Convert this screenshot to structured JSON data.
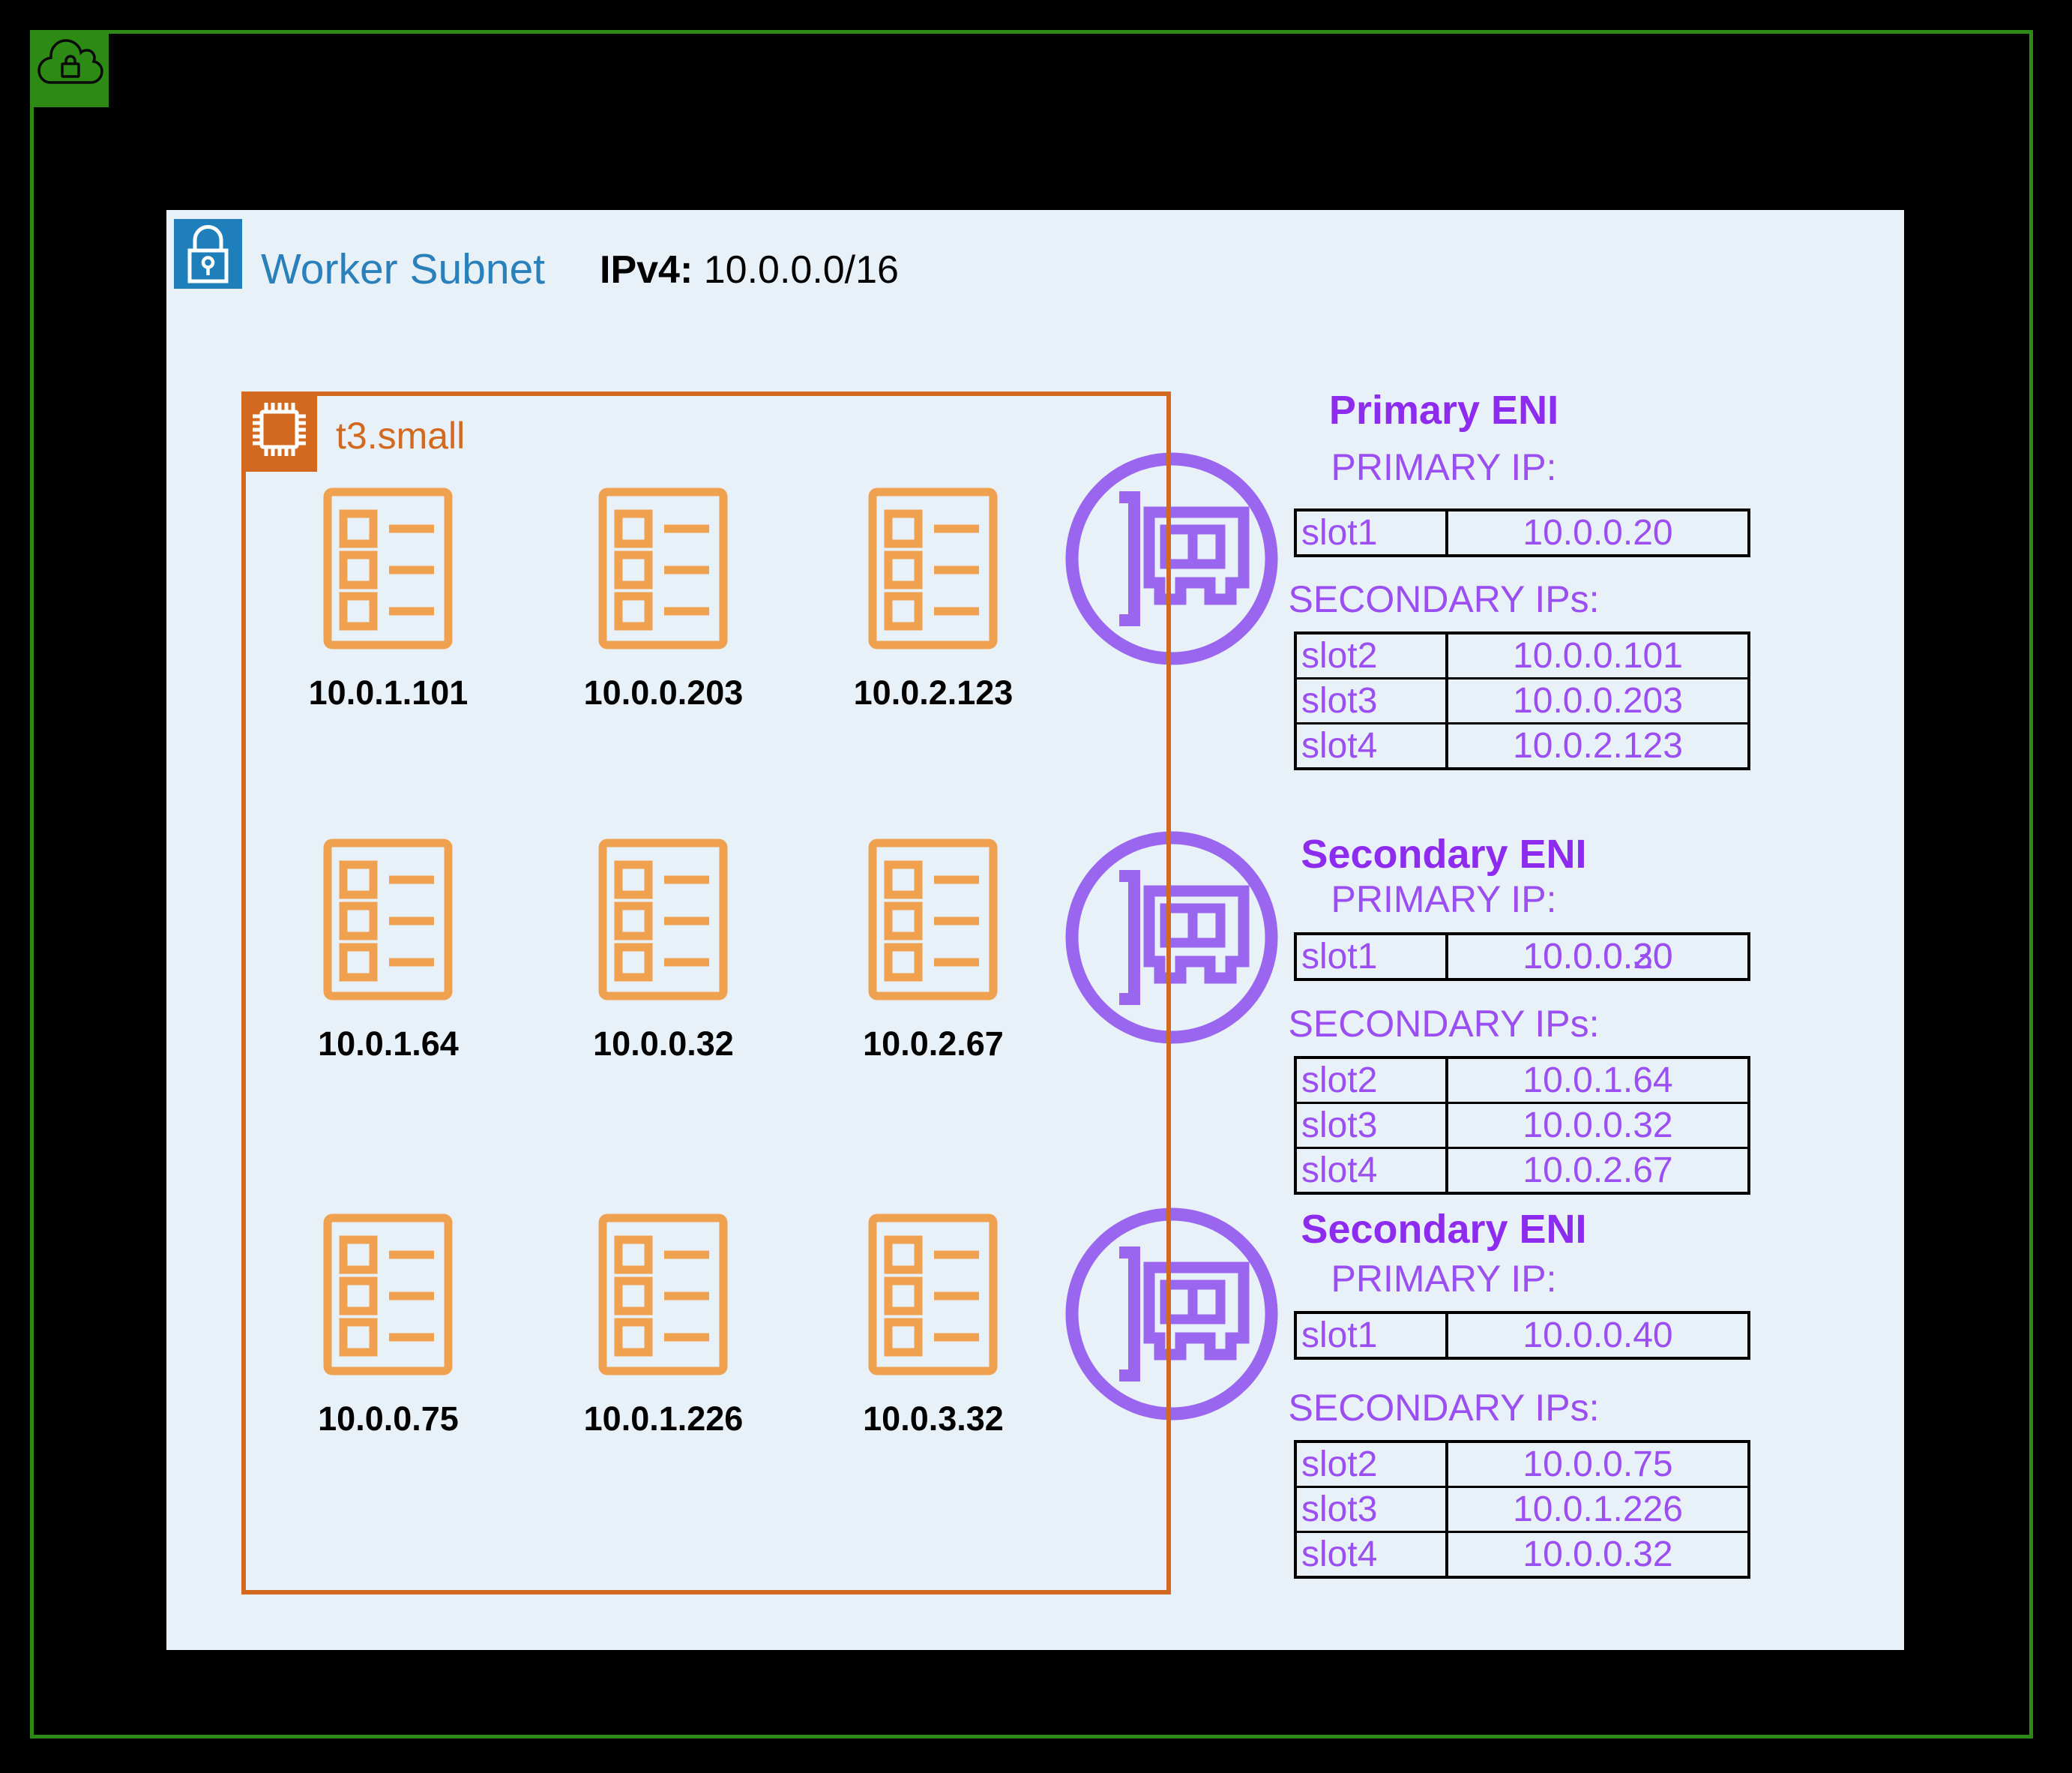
{
  "colors": {
    "background": "#000000",
    "vpc_green": "#2d8a15",
    "subnet_panel_blue": "#e8f1f8",
    "subnet_icon_blue": "#1e7fbb",
    "subnet_title_blue": "#2a80ba",
    "instance_orange": "#d2691e",
    "pod_orange": "#f0a150",
    "eni_purple_icon": "#9a66f0",
    "eni_purple_title": "#8d2bef",
    "eni_purple_text": "#9b4ff2",
    "table_border_black": "#000000"
  },
  "icons": {
    "vpc": "cloud-lock-icon",
    "subnet": "lock-icon",
    "instance": "chip-icon",
    "pod": "list-document-icon",
    "eni": "network-card-icon"
  },
  "subnet": {
    "title": "Worker Subnet",
    "cidr_label": "IPv4:",
    "cidr_value": " 10.0.0.0/16"
  },
  "instance": {
    "type_label": "t3.small",
    "pods": [
      {
        "ip": "10.0.1.101"
      },
      {
        "ip": "10.0.0.203"
      },
      {
        "ip": "10.0.2.123"
      },
      {
        "ip": "10.0.1.64"
      },
      {
        "ip": "10.0.0.32"
      },
      {
        "ip": "10.0.2.67"
      },
      {
        "ip": "10.0.0.75"
      },
      {
        "ip": "10.0.1.226"
      },
      {
        "ip": "10.0.3.32"
      }
    ]
  },
  "enis": [
    {
      "title": "Primary ENI",
      "primary_label": "PRIMARY IP:",
      "primary_slot": "slot1",
      "primary_ip": "10.0.0.20",
      "secondary_label": "SECONDARY IPs:",
      "secondary_rows": [
        {
          "slot": "slot2",
          "ip": "10.0.0.101"
        },
        {
          "slot": "slot3",
          "ip": "10.0.0.203"
        },
        {
          "slot": "slot4",
          "ip": "10.0.2.123"
        }
      ]
    },
    {
      "title": "Secondary ENI",
      "primary_label": "PRIMARY IP:",
      "primary_slot": "slot1",
      "primary_ip": "10.0.0.30",
      "ghost_ip": "10.0.0.20",
      "secondary_label": "SECONDARY IPs:",
      "secondary_rows": [
        {
          "slot": "slot2",
          "ip": "10.0.1.64"
        },
        {
          "slot": "slot3",
          "ip": "10.0.0.32"
        },
        {
          "slot": "slot4",
          "ip": "10.0.2.67"
        }
      ]
    },
    {
      "title": "Secondary ENI",
      "primary_label": "PRIMARY IP:",
      "primary_slot": "slot1",
      "primary_ip": "10.0.0.40",
      "secondary_label": "SECONDARY IPs:",
      "secondary_rows": [
        {
          "slot": "slot2",
          "ip": "10.0.0.75"
        },
        {
          "slot": "slot3",
          "ip": "10.0.1.226"
        },
        {
          "slot": "slot4",
          "ip": "10.0.0.32"
        }
      ]
    }
  ]
}
